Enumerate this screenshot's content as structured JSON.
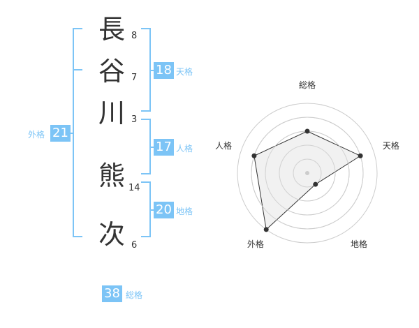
{
  "name_chars": [
    {
      "char": "長",
      "strokes": "8"
    },
    {
      "char": "谷",
      "strokes": "7"
    },
    {
      "char": "川",
      "strokes": "3"
    },
    {
      "char": "熊",
      "strokes": "14"
    },
    {
      "char": "次",
      "strokes": "6"
    }
  ],
  "fortunes": {
    "tenkaku": {
      "value": "18",
      "label": "天格"
    },
    "jinkaku": {
      "value": "17",
      "label": "人格"
    },
    "chikaku": {
      "value": "20",
      "label": "地格"
    },
    "gaikaku": {
      "value": "21",
      "label": "外格"
    },
    "soukaku": {
      "value": "38",
      "label": "総格"
    }
  },
  "chart_data": {
    "type": "radar",
    "axes": [
      "総格",
      "天格",
      "地格",
      "外格",
      "人格"
    ],
    "values": [
      3,
      4,
      1,
      5,
      4
    ],
    "max": 5,
    "rings": 5,
    "color_fill": "#eeeeee",
    "color_line": "#333333",
    "color_grid": "#cccccc"
  },
  "colors": {
    "accent": "#7cc4f6",
    "text": "#333333"
  }
}
